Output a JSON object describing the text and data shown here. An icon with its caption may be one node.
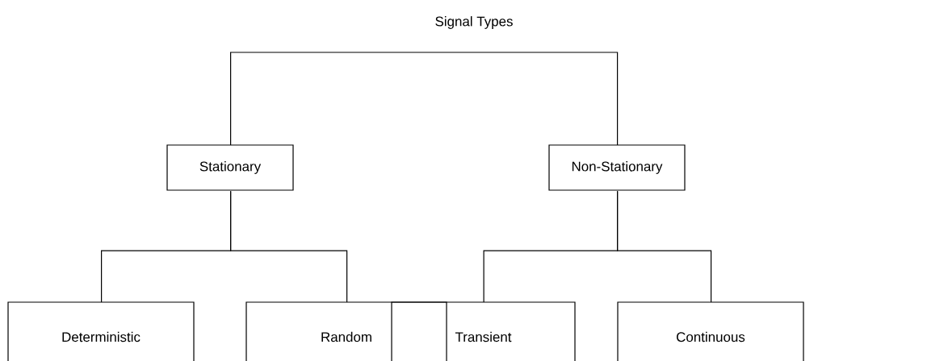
{
  "diagram": {
    "title": "Signal Types",
    "nodes": [
      {
        "text": [
          "Stationary"
        ]
      },
      {
        "text": [
          "Non-Stationary"
        ]
      },
      {
        "text": [
          "Deterministic"
        ]
      },
      {
        "text": [
          "Random"
        ]
      },
      {
        "text": [
          "Transient"
        ]
      },
      {
        "text": [
          "Continuous"
        ]
      }
    ],
    "edges": [
      {
        "from": 0,
        "to": 1,
        "arrow": "none"
      },
      {
        "from": 0,
        "to": 2,
        "arrow": "none"
      },
      {
        "from": 0,
        "to": 3,
        "arrow": "none"
      },
      {
        "from": 1,
        "to": 4,
        "arrow": "none"
      },
      {
        "from": 1,
        "to": 5,
        "arrow": "none"
      }
    ]
  }
}
